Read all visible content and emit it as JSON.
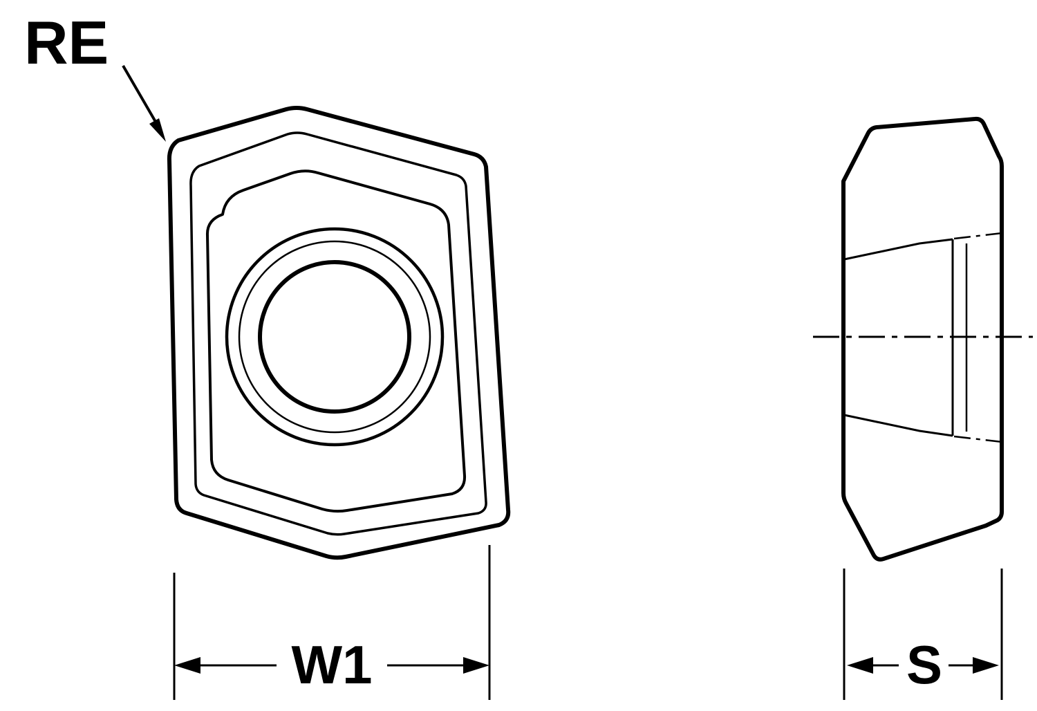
{
  "diagram": {
    "title_labels": {
      "corner_radius": "RE",
      "width": "W1",
      "thickness": "S"
    },
    "colors": {
      "insert_fill": "#b4b7b9",
      "line": "#000000",
      "background": "#ffffff",
      "hole_fill": "#ffffff"
    }
  }
}
